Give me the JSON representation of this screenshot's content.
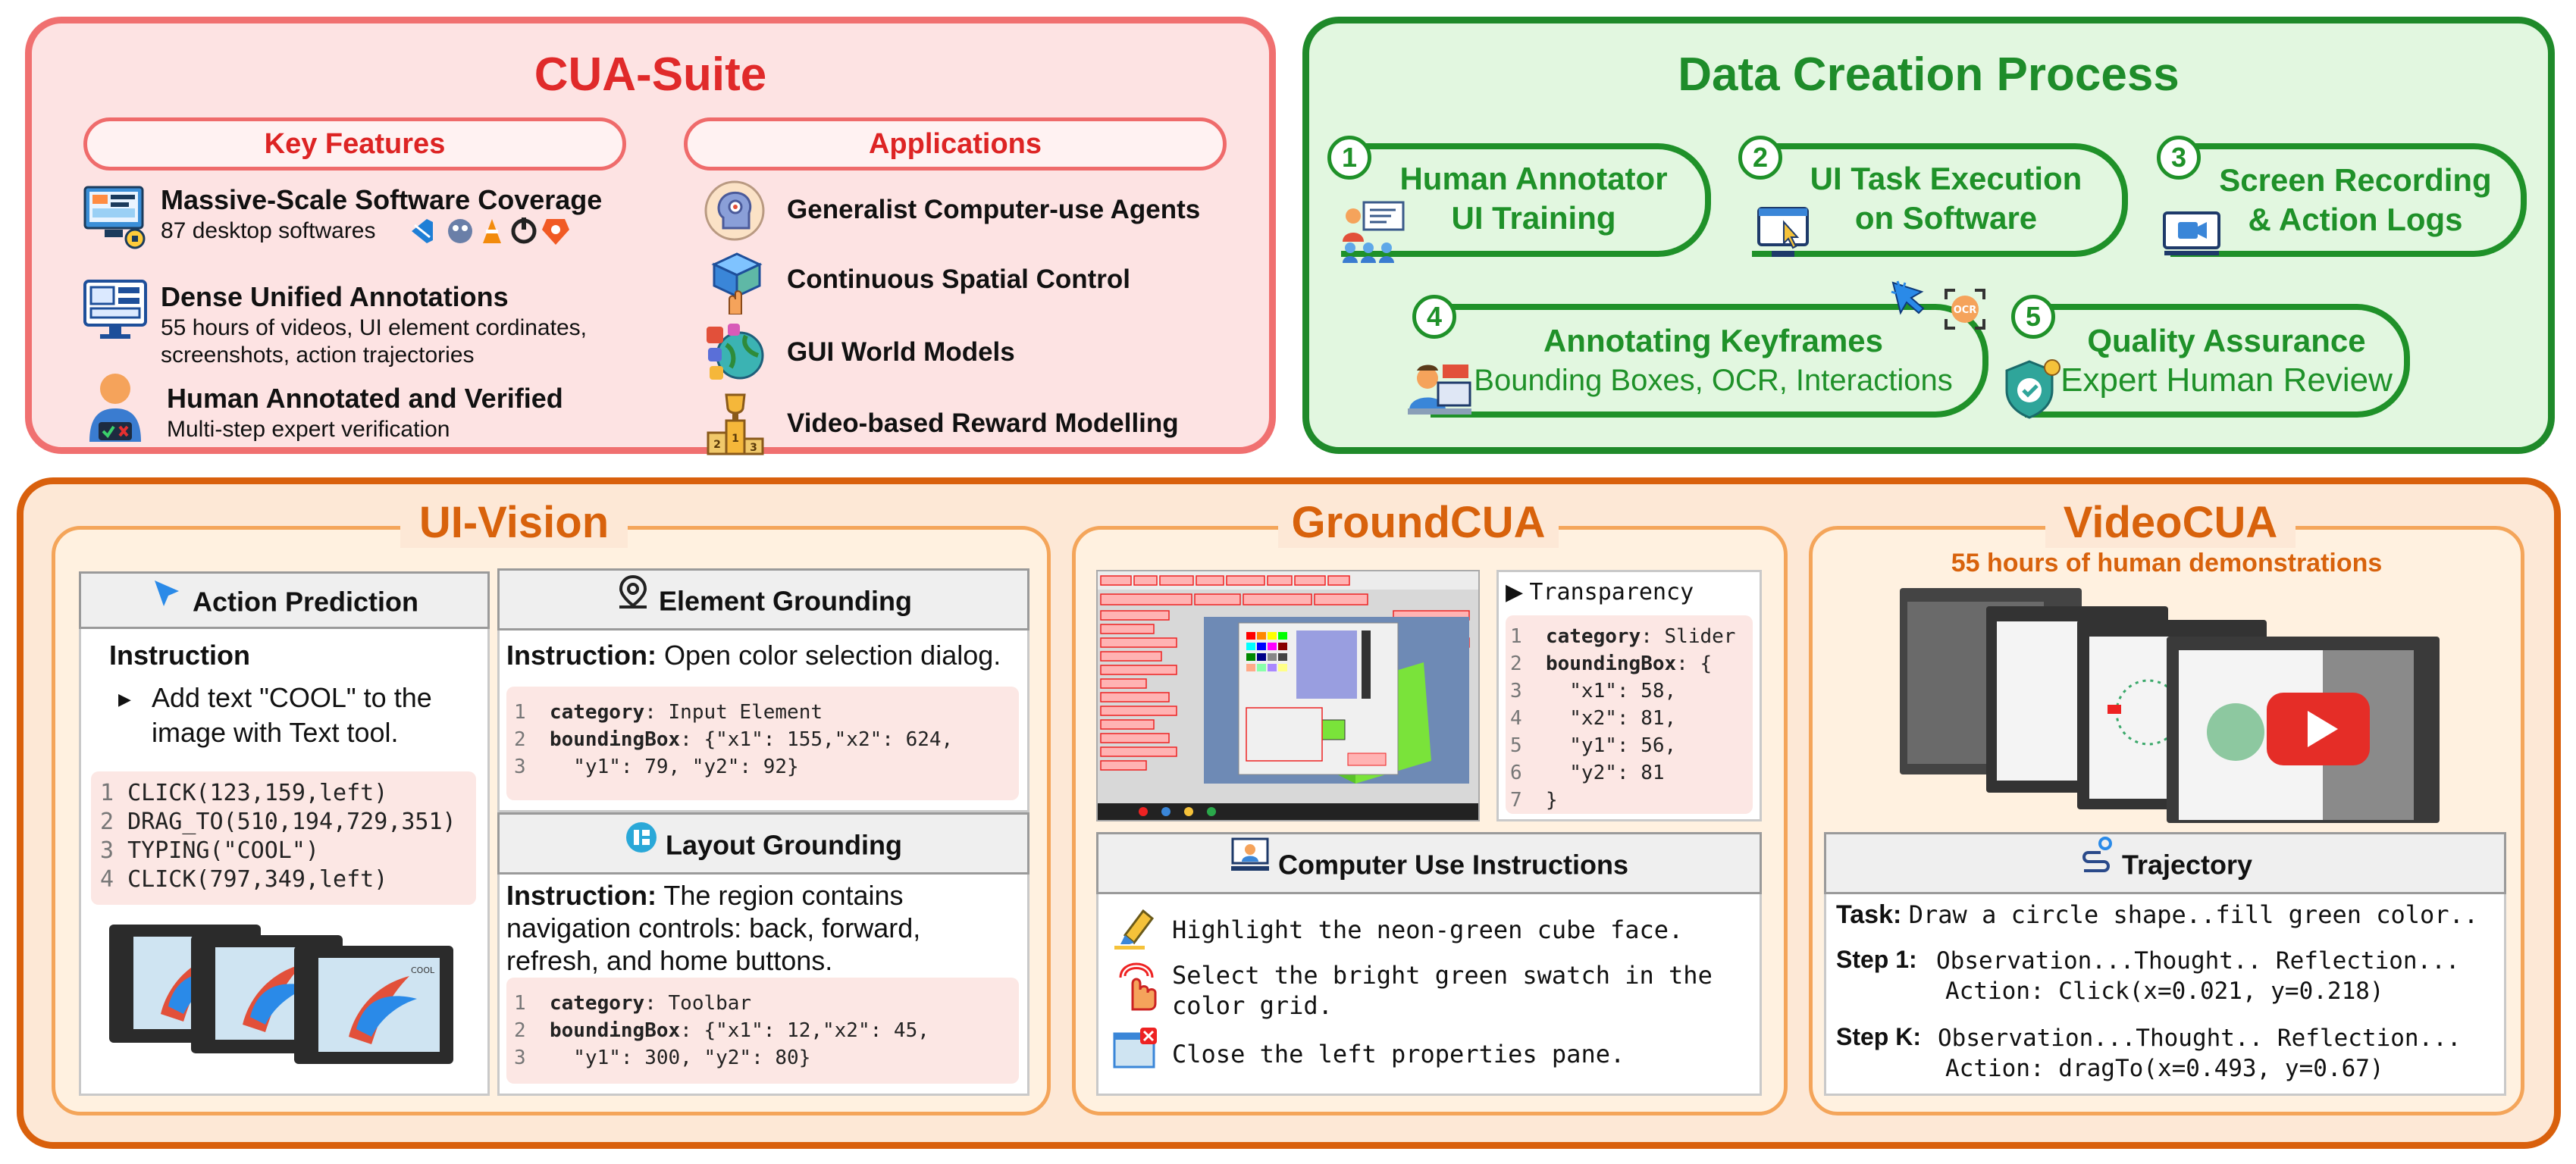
{
  "cua_suite": {
    "title": "CUA-Suite",
    "key_features_label": "Key Features",
    "applications_label": "Applications",
    "features": [
      {
        "title": "Massive-Scale Software Coverage",
        "subtitle": "87 desktop softwares",
        "icon": "desktop-apps-icon"
      },
      {
        "title": "Dense Unified Annotations",
        "subtitle_line1": "55 hours of videos, UI element cordinates,",
        "subtitle_line2": "screenshots, action trajectories",
        "icon": "monitor-ui-icon"
      },
      {
        "title": "Human Annotated and Verified",
        "subtitle": "Multi-step expert verification",
        "icon": "person-verify-icon"
      }
    ],
    "applications": [
      {
        "label": "Generalist Computer-use Agents",
        "icon": "agent-head-icon"
      },
      {
        "label": "Continuous Spatial Control",
        "icon": "cube-hand-icon"
      },
      {
        "label": "GUI World Models",
        "icon": "globe-apps-icon"
      },
      {
        "label": "Video-based Reward Modelling",
        "icon": "trophy-podium-icon"
      }
    ]
  },
  "data_creation": {
    "title": "Data Creation Process",
    "steps": [
      {
        "num": "1",
        "line1": "Human Annotator",
        "line2": "UI Training"
      },
      {
        "num": "2",
        "line1": "UI Task Execution",
        "line2": "on Software"
      },
      {
        "num": "3",
        "line1": "Screen Recording",
        "line2": "& Action Logs"
      },
      {
        "num": "4",
        "line1": "Annotating Keyframes",
        "line2": "Bounding Boxes, OCR, Interactions"
      },
      {
        "num": "5",
        "line1": "Quality Assurance",
        "line2": "Expert Human Review"
      }
    ],
    "ocr_badge": "OCR"
  },
  "ui_vision": {
    "title": "UI-Vision",
    "action_prediction": {
      "header": "Action Prediction",
      "instruction_label": "Instruction",
      "instruction_line1": "Add text \"COOL\" to the",
      "instruction_line2": "image with Text tool.",
      "code": [
        {
          "n": "1",
          "text": "CLICK(123,159,left)"
        },
        {
          "n": "2",
          "text": "DRAG_TO(510,194,729,351)"
        },
        {
          "n": "3",
          "text": "TYPING(\"COOL\")"
        },
        {
          "n": "4",
          "text": "CLICK(797,349,left)"
        }
      ],
      "thumb_text": "COOL"
    },
    "element_grounding": {
      "header": "Element Grounding",
      "instruction_label": "Instruction:",
      "instruction": "Open color selection dialog.",
      "code": [
        {
          "n": "1",
          "key": "category",
          "val": ": Input Element"
        },
        {
          "n": "2",
          "key": "boundingBox",
          "val": ": {\"x1\": 155,\"x2\": 624,"
        },
        {
          "n": "3",
          "key": "",
          "val": "  \"y1\": 79, \"y2\": 92}"
        }
      ]
    },
    "layout_grounding": {
      "header": "Layout Grounding",
      "instruction_label": "Instruction:",
      "instruction_line1": "The region contains",
      "instruction_line2": "navigation controls: back, forward,",
      "instruction_line3": "refresh, and home buttons.",
      "code": [
        {
          "n": "1",
          "key": "category",
          "val": ": Toolbar"
        },
        {
          "n": "2",
          "key": "boundingBox",
          "val": ": {\"x1\": 12,\"x2\": 45,"
        },
        {
          "n": "3",
          "key": "",
          "val": "  \"y1\": 300, \"y2\": 80}"
        }
      ]
    }
  },
  "ground_cua": {
    "title": "GroundCUA",
    "transparency_label": "Transparency",
    "code": [
      {
        "n": "1",
        "key": "category",
        "val": ": Slider"
      },
      {
        "n": "2",
        "key": "boundingBox",
        "val": ": {"
      },
      {
        "n": "3",
        "key": "",
        "val": "  \"x1\": 58,"
      },
      {
        "n": "4",
        "key": "",
        "val": "  \"x2\": 81,"
      },
      {
        "n": "5",
        "key": "",
        "val": "  \"y1\": 56,"
      },
      {
        "n": "6",
        "key": "",
        "val": "  \"y2\": 81"
      },
      {
        "n": "7",
        "key": "",
        "val": "}"
      }
    ],
    "instructions_header": "Computer Use Instructions",
    "instructions": [
      {
        "line1": "Highlight the neon-green cube face.",
        "line2": "",
        "icon": "highlighter-icon"
      },
      {
        "line1": "Select the bright green swatch in the",
        "line2": "color grid.",
        "icon": "tap-hand-icon"
      },
      {
        "line1": "Close the left properties pane.",
        "line2": "",
        "icon": "close-window-icon"
      }
    ]
  },
  "video_cua": {
    "title": "VideoCUA",
    "subtitle": "55 hours of human demonstrations",
    "trajectory_header": "Trajectory",
    "task_label": "Task:",
    "task": "Draw a circle shape..fill green color..",
    "steps": [
      {
        "label": "Step 1:",
        "line1": "Observation...Thought.. Reflection...",
        "line2": "Action: Click(x=0.021, y=0.218)"
      },
      {
        "label": "Step K:",
        "line1": "Observation...Thought.. Reflection...",
        "line2": "Action: dragTo(x=0.493, y=0.67)"
      }
    ]
  },
  "colors": {
    "red_panel_bg": "#fde3e3",
    "red_border": "#f07070",
    "green_panel_bg": "#e2f7e0",
    "green_border": "#1f8a2a",
    "orange_panel_bg": "#fde8d6",
    "orange_border": "#d9600c",
    "sub_panel_bg": "#fff1e0",
    "sub_panel_border": "#f4a55a"
  }
}
